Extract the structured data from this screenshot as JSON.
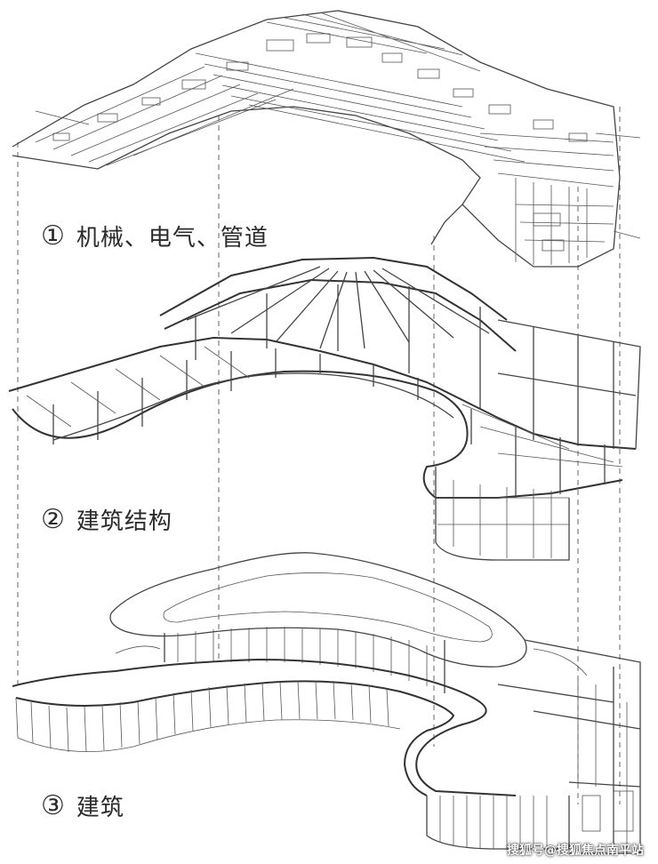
{
  "layers": [
    {
      "number": "①",
      "label": "机械、电气、管道"
    },
    {
      "number": "②",
      "label": "建筑结构"
    },
    {
      "number": "③",
      "label": "建筑"
    }
  ],
  "watermark": "搜狐号@搜狐焦点南平站",
  "colors": {
    "line": "#444444",
    "background": "#ffffff"
  }
}
